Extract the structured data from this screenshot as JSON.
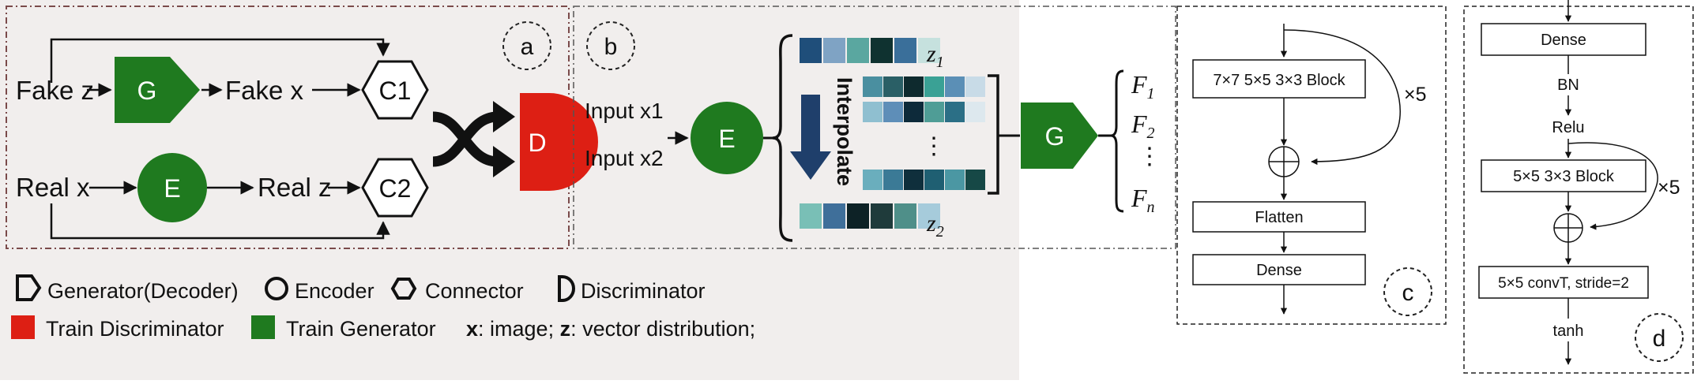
{
  "panel_a": {
    "badge": "a",
    "fake_z": "Fake z",
    "fake_x": "Fake x",
    "real_x": "Real x",
    "real_z": "Real z",
    "generator": "G",
    "encoder": "E",
    "connector_1": "C1",
    "connector_2": "C2",
    "discriminator": "D"
  },
  "panel_b": {
    "badge": "b",
    "input_1": "Input x1",
    "input_2": "Input x2",
    "encoder": "E",
    "generator": "G",
    "interpolate": "Interpolate",
    "ellipsis": "⋮",
    "z1": "z",
    "z1_sub": "1",
    "z2": "z",
    "z2_sub": "2",
    "outputs": [
      {
        "base": "F",
        "sub": "1"
      },
      {
        "base": "F",
        "sub": "2"
      },
      {
        "base": "⋮",
        "sub": ""
      },
      {
        "base": "F",
        "sub": "n"
      }
    ]
  },
  "legend": {
    "generator": "Generator(Decoder)",
    "encoder": "Encoder",
    "connector": "Connector",
    "discriminator": "Discriminator",
    "train_discriminator": "Train Discriminator",
    "train_generator": "Train Generator",
    "notation_x_key": "x",
    "notation_x": ": image; ",
    "notation_z_key": "z",
    "notation_z": ": vector distribution;"
  },
  "panel_c": {
    "badge": "c",
    "block": "7×7 5×5 3×3 Block",
    "repeat": "×5",
    "flatten": "Flatten",
    "dense": "Dense"
  },
  "panel_d": {
    "badge": "d",
    "dense": "Dense",
    "bn": "BN",
    "relu": "Relu",
    "block": "5×5 3×3 Block",
    "repeat": "×5",
    "convt": "5×5 convT, stride=2",
    "tanh": "tanh"
  },
  "colors": {
    "generator_green": "#1f7a1f",
    "discriminator_red": "#dd1f14",
    "panel_bg": "#f1eeed",
    "arrow_dark": "#1f3f6b",
    "vector_z1": [
      "#1f4e7a",
      "#7fa3c4",
      "#5aa7a0",
      "#0f3230",
      "#3a6f9a",
      "#c6e1de"
    ],
    "vector_z2": [
      "#79bfb6",
      "#3f6f9a",
      "#0d2226",
      "#1f3b3b",
      "#4f8f89",
      "#a6cbdb"
    ],
    "interp_rows": [
      [
        "#4a8fa0",
        "#2a5f66",
        "#0e2a2e",
        "#3aa195",
        "#5b8fb6",
        "#c8dbe7"
      ],
      [
        "#8fbfd0",
        "#5e8eb8",
        "#0d2a3a",
        "#4f9d96",
        "#2b6f86",
        "#dde8ee"
      ],
      [
        "#6aaebd",
        "#3b7a96",
        "#0f2f3c",
        "#1f5f72",
        "#4b97a3",
        "#164846"
      ]
    ]
  }
}
